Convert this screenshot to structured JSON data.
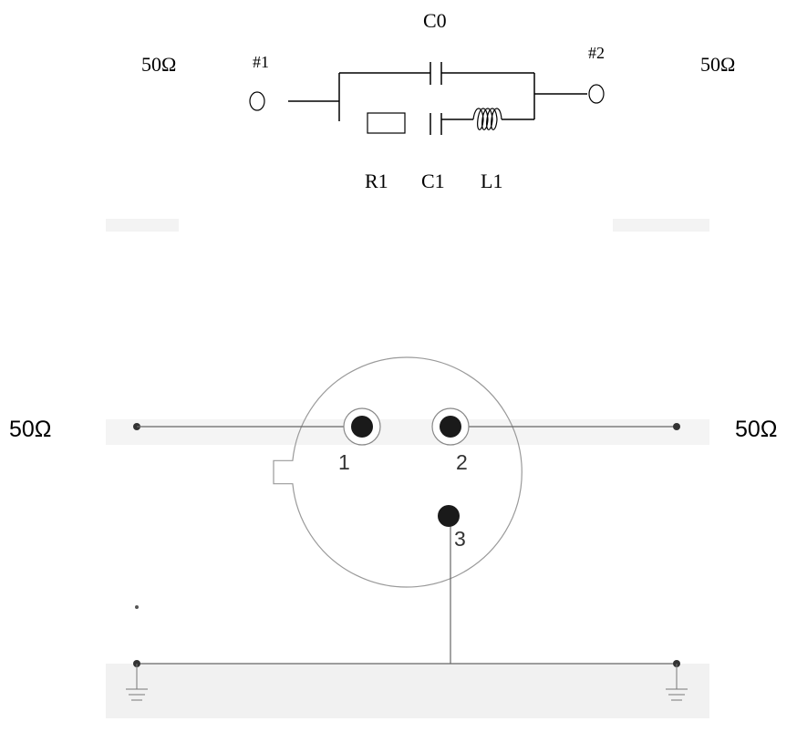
{
  "equivalent_circuit": {
    "left_impedance": "50Ω",
    "right_impedance": "50Ω",
    "port1_label": "#1",
    "port2_label": "#2",
    "c0_label": "C0",
    "r1_label": "R1",
    "c1_label": "C1",
    "l1_label": "L1"
  },
  "device_pinout": {
    "left_impedance": "50Ω",
    "right_impedance": "50Ω",
    "pin1_label": "1",
    "pin2_label": "2",
    "pin3_label": "3"
  },
  "colors": {
    "line": "#000000",
    "device_outline": "#9a9a9a",
    "device_line": "#666666",
    "pin_fill": "#1a1a1a",
    "faint_band": "#f1f1f1"
  }
}
